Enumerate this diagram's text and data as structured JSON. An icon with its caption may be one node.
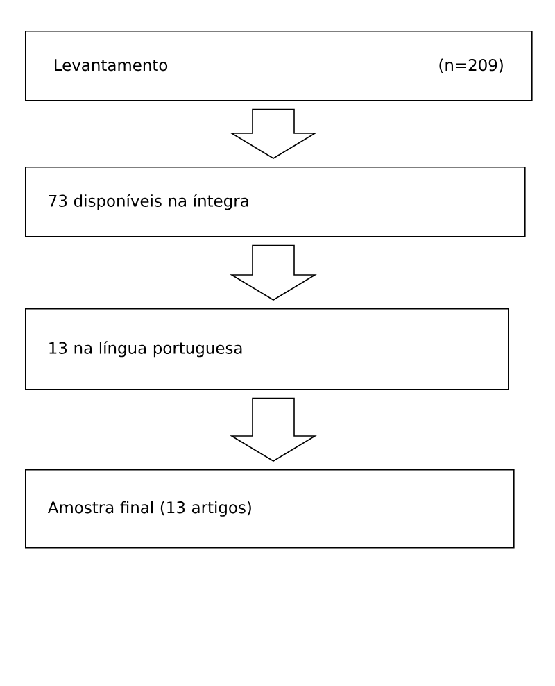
{
  "diagram": {
    "nodes": [
      {
        "text": [
          "Levantamento",
          "(n=209)"
        ]
      },
      {
        "text": [
          "73 disponíveis na íntegra"
        ]
      },
      {
        "text": [
          "13 na língua portuguesa"
        ]
      },
      {
        "text": [
          "Amostra final (13 artigos)"
        ]
      }
    ],
    "edges": [
      {
        "from": 0,
        "to": 1,
        "arrow": "to"
      },
      {
        "from": 1,
        "to": 2,
        "arrow": "to"
      },
      {
        "from": 2,
        "to": 3,
        "arrow": "to"
      }
    ]
  }
}
